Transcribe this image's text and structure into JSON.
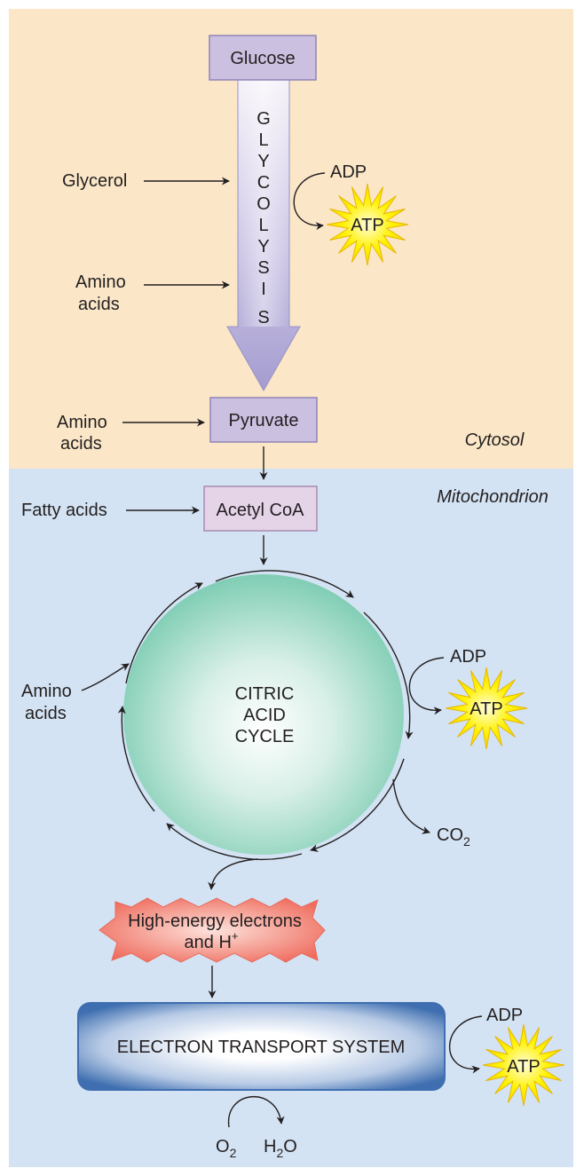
{
  "regions": {
    "cytosol": "Cytosol",
    "mitochondrion": "Mitochondrion"
  },
  "boxes": {
    "glucose": "Glucose",
    "pyruvate": "Pyruvate",
    "acetyl_coa": "Acetyl CoA"
  },
  "glycolysis_letters": [
    "G",
    "L",
    "Y",
    "C",
    "O",
    "L",
    "Y",
    "S",
    "I",
    "S"
  ],
  "inputs": {
    "glycerol": "Glycerol",
    "amino_acids_1": [
      "Amino",
      "acids"
    ],
    "amino_acids_2": [
      "Amino",
      "acids"
    ],
    "fatty_acids": "Fatty acids",
    "amino_acids_3": [
      "Amino",
      "acids"
    ]
  },
  "energy": {
    "adp": "ADP",
    "atp": "ATP"
  },
  "cycle": [
    "CITRIC",
    "ACID",
    "CYCLE"
  ],
  "co2": {
    "base": "CO",
    "sub": "2"
  },
  "electrons": {
    "line1": "High-energy electrons",
    "line2": "and H",
    "sup": "+"
  },
  "ets": "ELECTRON TRANSPORT SYSTEM",
  "o2": {
    "base": "O",
    "sub": "2"
  },
  "h2o": {
    "base": "H",
    "sub": "2",
    "tail": "O"
  },
  "colors": {
    "cytosol_bg": "#fbe7c8",
    "mito_bg": "#d3e3f3",
    "box_fill": "#ccc0e0",
    "acetyl_fill": "#e5d3e8",
    "cycle_green": "#7fcdb4",
    "atp_yellow": "#fff200",
    "electron_red": "#f0776a",
    "ets_blue": "#3f6fb0"
  }
}
